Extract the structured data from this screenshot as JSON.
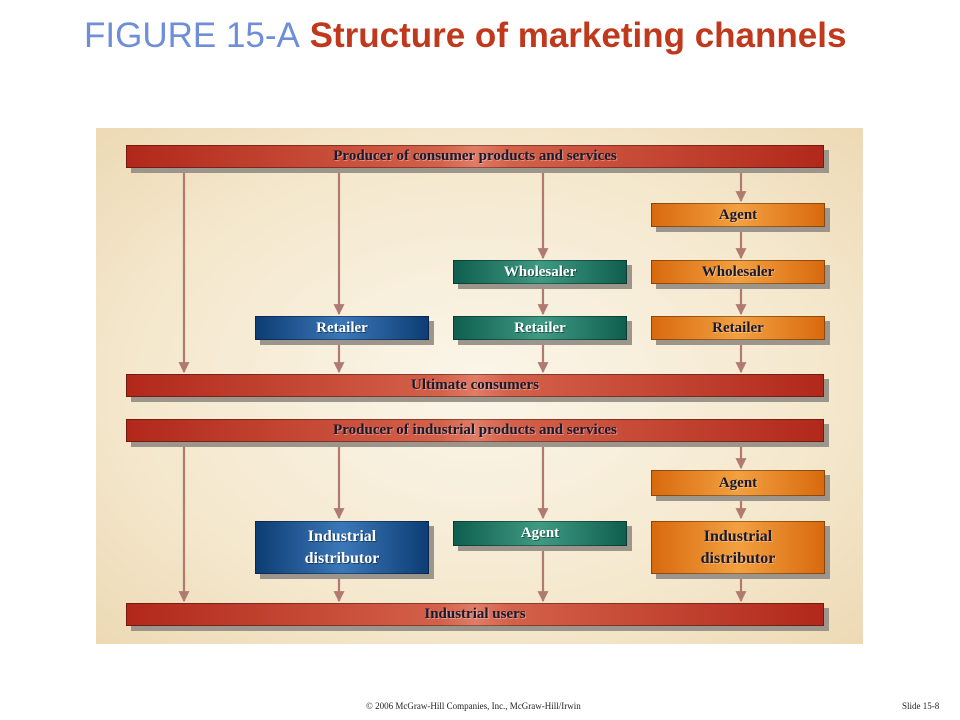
{
  "title": {
    "figure_label": "FIGURE 15-A",
    "text": "Structure of marketing channels"
  },
  "diagram": {
    "consumer": {
      "producer": "Producer of consumer products and services",
      "agent": "Agent",
      "wholesaler_green": "Wholesaler",
      "wholesaler_orange": "Wholesaler",
      "retailer_blue": "Retailer",
      "retailer_green": "Retailer",
      "retailer_orange": "Retailer",
      "ultimate": "Ultimate consumers"
    },
    "industrial": {
      "producer": "Producer of industrial products and services",
      "agent_orange": "Agent",
      "agent_green": "Agent",
      "distributor_blue_line1": "Industrial",
      "distributor_blue_line2": "distributor",
      "distributor_orange_line1": "Industrial",
      "distributor_orange_line2": "distributor",
      "users": "Industrial users"
    }
  },
  "footer": {
    "copyright": "© 2006 McGraw-Hill Companies, Inc., McGraw-Hill/Irwin",
    "slide": "Slide 15-8"
  },
  "colors": {
    "title": "#c0391c",
    "figure_label": "#6f8ed8",
    "bar_red": "#b1281a",
    "orange": "#e8891f",
    "green": "#2a7d6a",
    "blue": "#1f5a9a",
    "arrow": "#b07a70"
  }
}
